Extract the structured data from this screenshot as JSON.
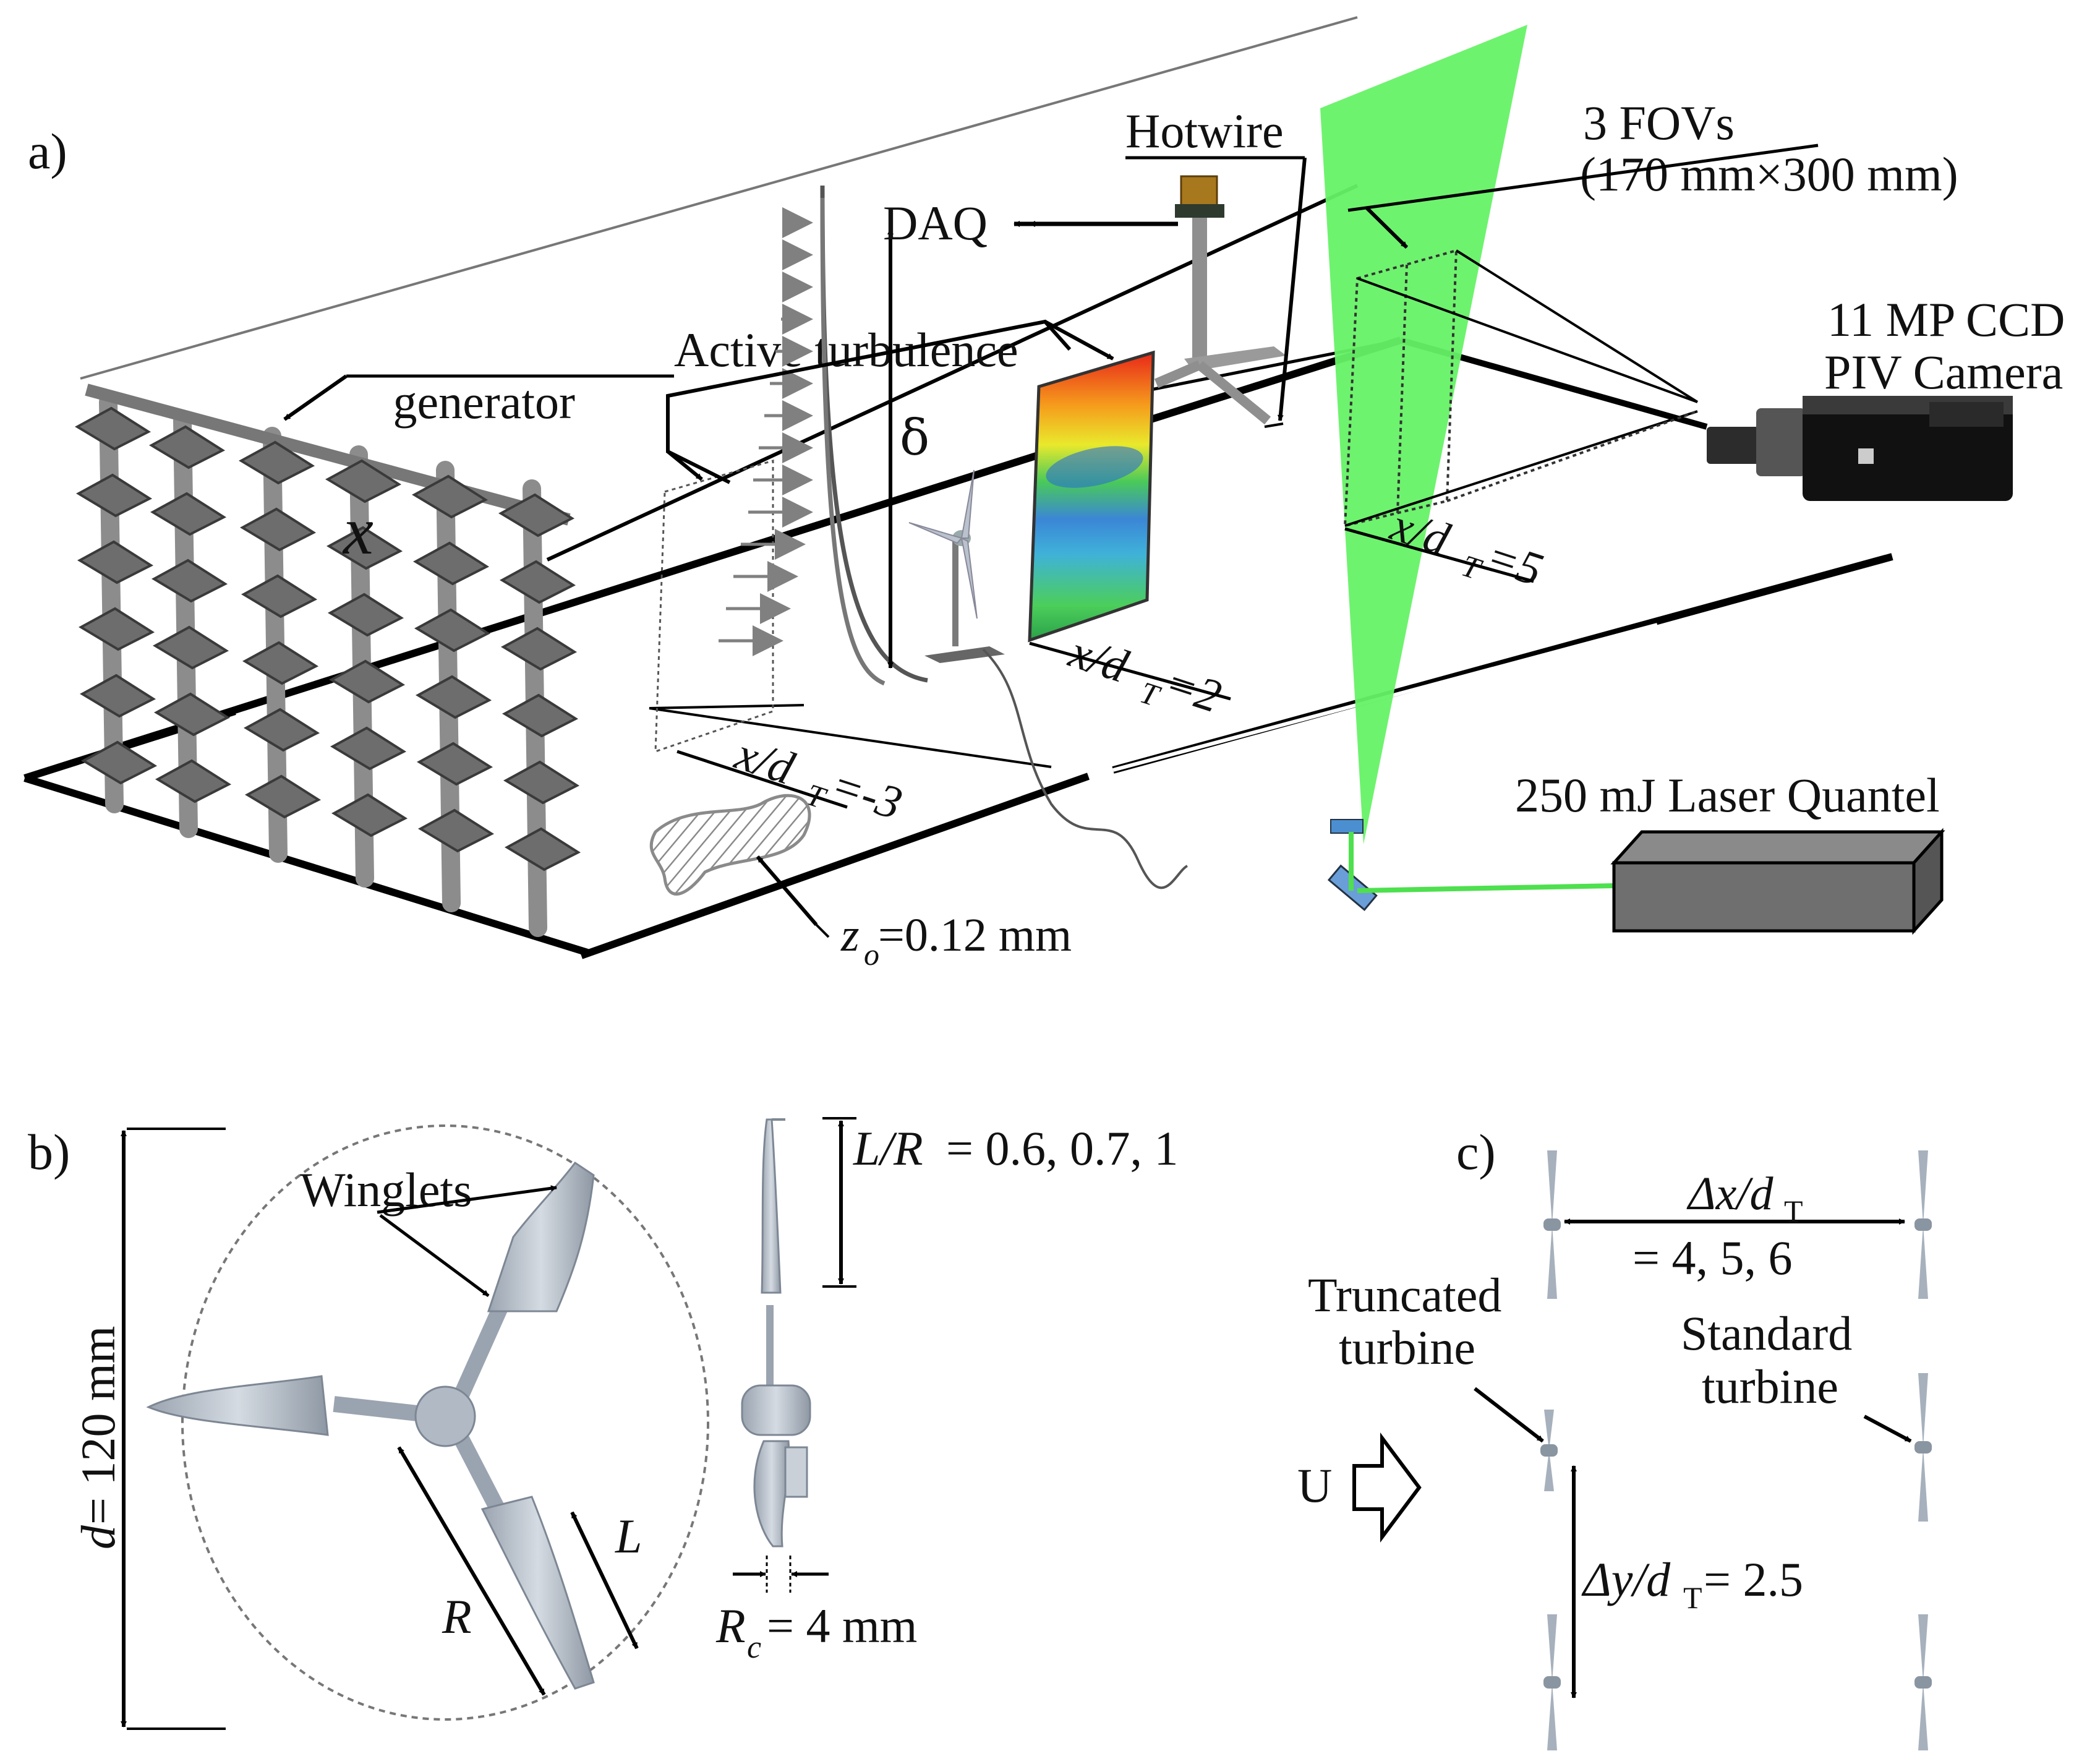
{
  "panels": {
    "a": {
      "tag": "a)"
    },
    "b": {
      "tag": "b)"
    },
    "c": {
      "tag": "c)"
    }
  },
  "panel_a": {
    "turbulence_generator": [
      "Active turbulence",
      "generator"
    ],
    "hotwire": "Hotwire",
    "daq": "DAQ",
    "fovs": [
      "3 FOVs",
      "(170 mm×300 mm)"
    ],
    "camera": [
      "11 MP CCD",
      "PIV Camera"
    ],
    "laser": "250 mJ Laser Quantel",
    "delta_symbol": "δ",
    "x_axis_symbol": "x",
    "station_var": "x/d",
    "station_sub": "T",
    "stations": [
      "=-3",
      "=2",
      "=5"
    ],
    "roughness_var": "z",
    "roughness_sub": "o",
    "roughness_value": "=0.12 mm"
  },
  "panel_b": {
    "diameter_var": "d",
    "diameter_value": " = 120 mm",
    "winglets": "Winglets",
    "R": "R",
    "L": "L",
    "lr_var": "L/R",
    "lr_value": " = 0.6, 0.7, 1",
    "rc_var": "R",
    "rc_sub": "c",
    "rc_value": " = 4 mm"
  },
  "panel_c": {
    "dx_var": "Δx/d",
    "dx_sub": "T",
    "dx_value": "= 4, 5, 6",
    "truncated": [
      "Truncated",
      "turbine"
    ],
    "standard": [
      "Standard",
      "turbine"
    ],
    "flow": "U",
    "dy_var": "Δy/d",
    "dy_sub": "T",
    "dy_value": " = 2.5"
  },
  "colors": {
    "laser_sheet": "#66f266",
    "laser_box": "#6f6f6f",
    "hotwire_head": "#a8781e",
    "piv_hot": "#e8271a",
    "piv_cold": "#3b86d6",
    "turbine": "#b9c2cd"
  }
}
